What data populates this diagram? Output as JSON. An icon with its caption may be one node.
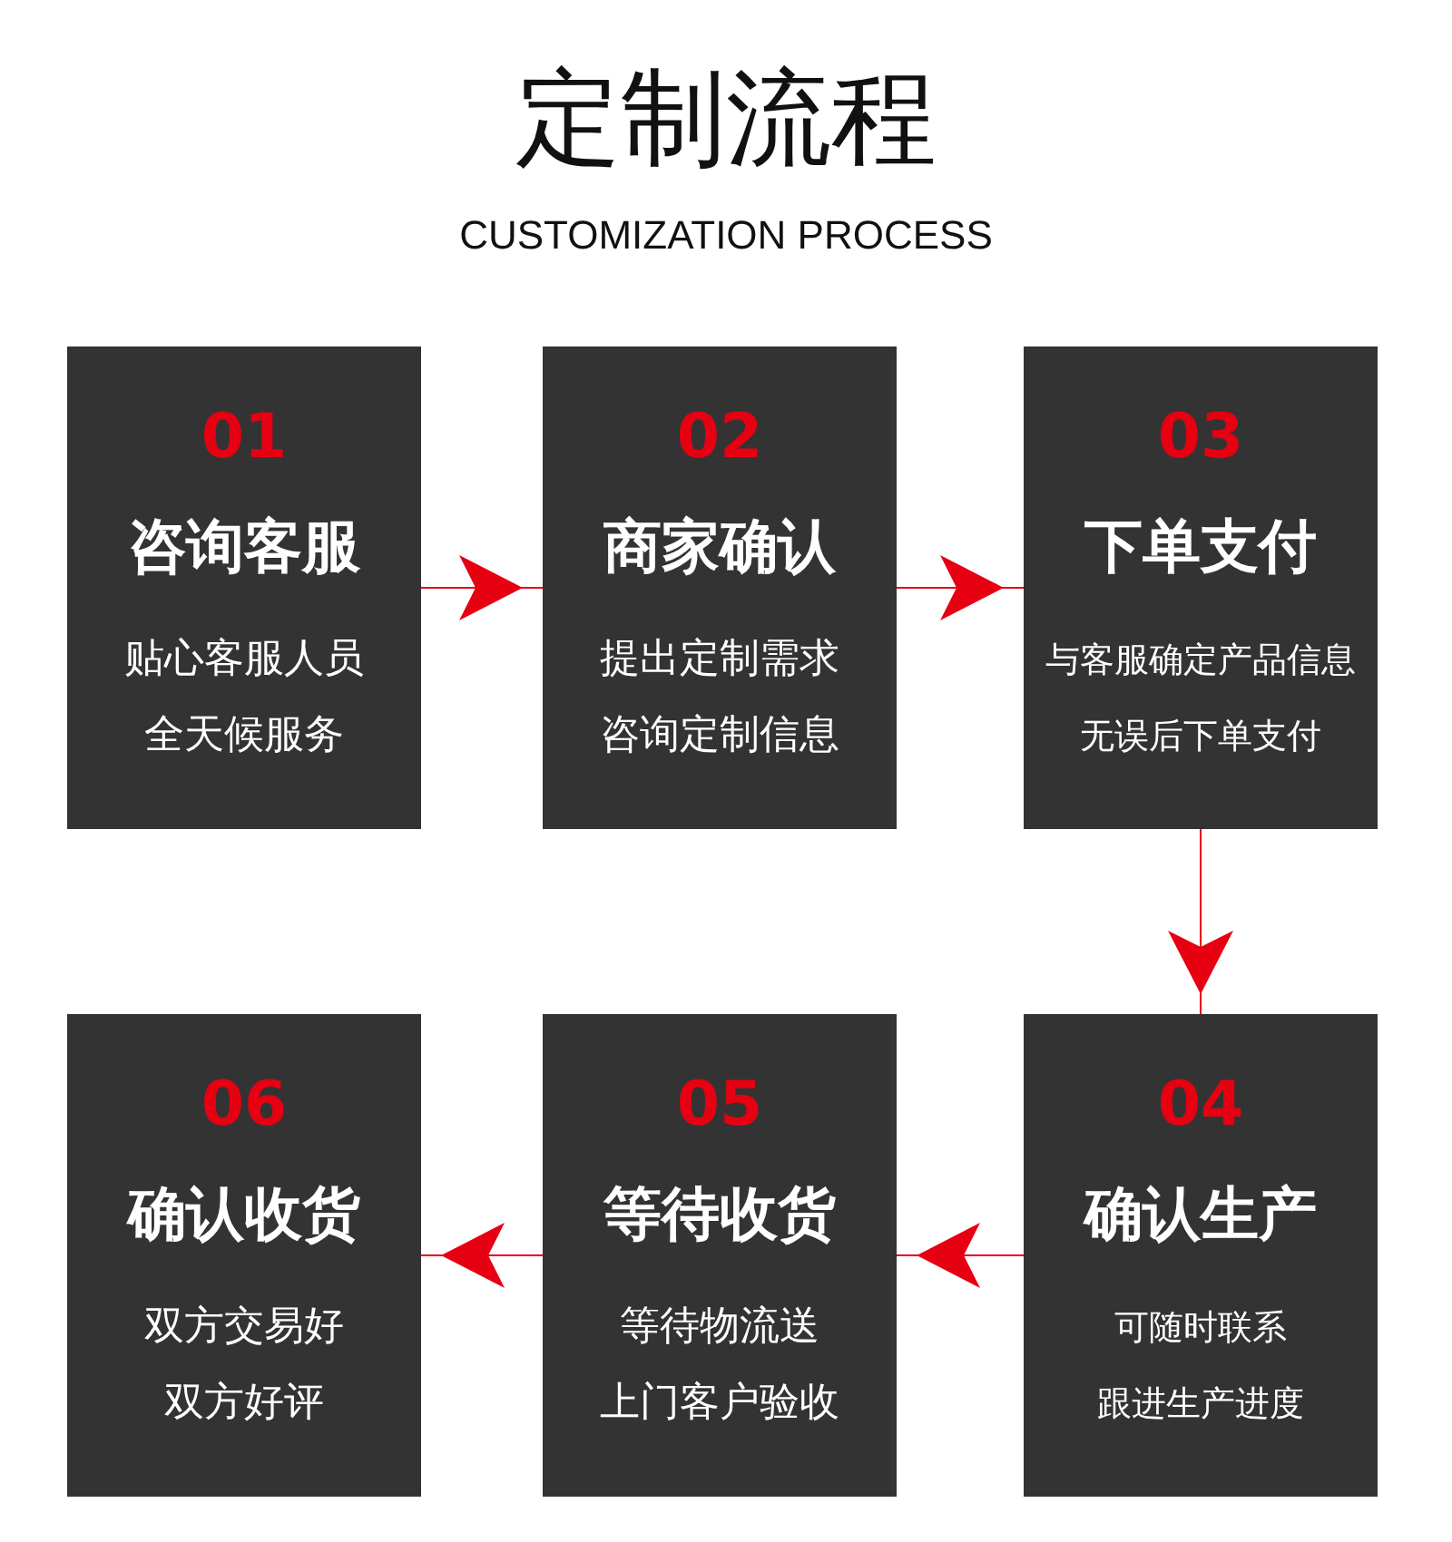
{
  "diagram": {
    "title": "定制流程",
    "caption": "CUSTOMIZATION PROCESS",
    "nodes": [
      {
        "text": [
          "01",
          "咨询客服",
          "贴心客服人员全天候服务"
        ]
      },
      {
        "text": [
          "02",
          "商家确认",
          "提出定制需求咨询定制信息"
        ]
      },
      {
        "text": [
          "03",
          "下单支付",
          "与客服确定产品信息无误后下单支付"
        ]
      },
      {
        "text": [
          "04",
          "确认生产",
          "可随时联系跟进生产进度"
        ]
      },
      {
        "text": [
          "05",
          "等待收货",
          "等待物流送上门客户验收"
        ]
      },
      {
        "text": [
          "06",
          "确认收货",
          "双方交易好双方好评"
        ]
      }
    ],
    "edges": [
      {
        "from": 0,
        "to": 1,
        "arrow": "to"
      },
      {
        "from": 1,
        "to": 2,
        "arrow": "to"
      },
      {
        "from": 2,
        "to": 3,
        "arrow": "to"
      },
      {
        "from": 3,
        "to": 4,
        "arrow": "to"
      },
      {
        "from": 4,
        "to": 5,
        "arrow": "to"
      }
    ]
  }
}
